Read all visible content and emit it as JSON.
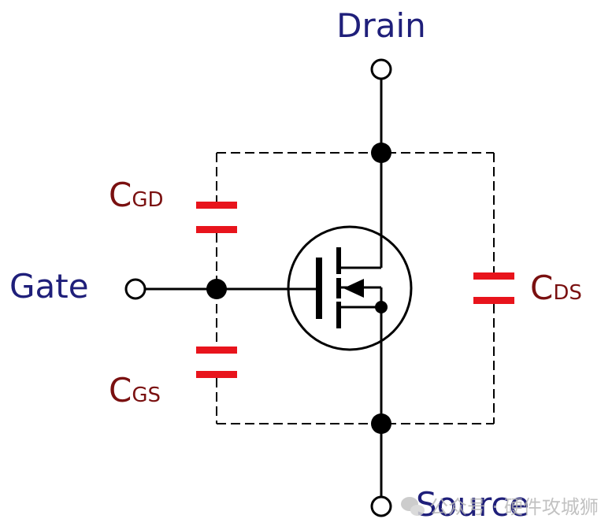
{
  "terminals": {
    "drain": "Drain",
    "gate": "Gate",
    "source": "Source"
  },
  "capacitors": {
    "cgd": {
      "main": "C",
      "sub": "GD"
    },
    "cgs": {
      "main": "C",
      "sub": "GS"
    },
    "cds": {
      "main": "C",
      "sub": "DS"
    }
  },
  "watermark": "公众号 · 硬件攻城狮",
  "colors": {
    "terminal_label": "#1f1f7a",
    "capacitor_label": "#7a1010",
    "capacitor_plate": "#e8141c",
    "wire": "#000000"
  }
}
